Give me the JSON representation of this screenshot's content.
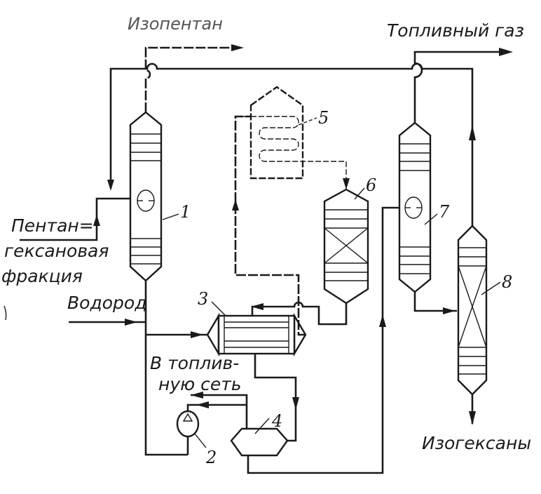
{
  "diagram": {
    "type": "process-flow-scheme",
    "streams": {
      "isopentane": "Изопентан",
      "fuel_gas": "Топливный газ",
      "feed_line1": "Пентан=",
      "feed_line2": "гексановая",
      "feed_line3": "фракция",
      "hydrogen": "Водород",
      "fuel_net_line1": "В топлив-",
      "fuel_net_line2": "ную сеть",
      "isohexanes": "Изогексаны"
    },
    "equipment": [
      {
        "id": "1",
        "kind": "distillation-column"
      },
      {
        "id": "2",
        "kind": "compressor"
      },
      {
        "id": "3",
        "kind": "heat-exchanger"
      },
      {
        "id": "4",
        "kind": "separator"
      },
      {
        "id": "5",
        "kind": "furnace"
      },
      {
        "id": "6",
        "kind": "reactor"
      },
      {
        "id": "7",
        "kind": "distillation-column"
      },
      {
        "id": "8",
        "kind": "reactor"
      }
    ]
  }
}
